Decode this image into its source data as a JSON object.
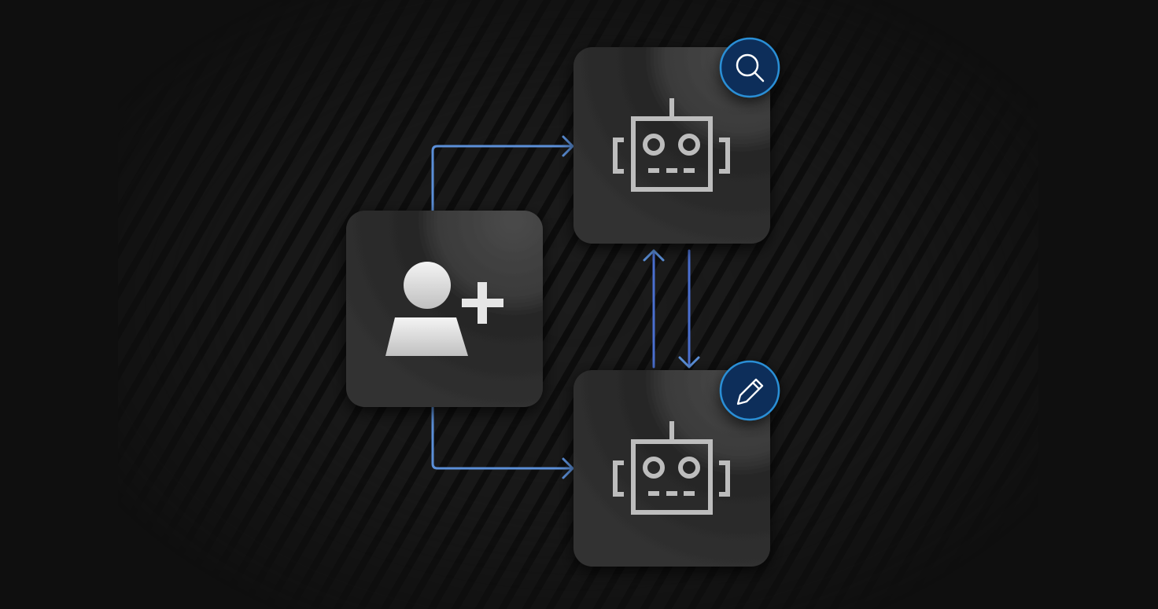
{
  "colors": {
    "background": "#0f0f0f",
    "card": "#2e2e2e",
    "icon": "#c4c4c4",
    "arrow": "#5b8fd8",
    "arrow_dark": "#3f5fc8",
    "badge_fill": "#0e2d5a",
    "badge_stroke": "#2a8fd6"
  },
  "nodes": [
    {
      "id": "user",
      "icon": "user-plus-icon"
    },
    {
      "id": "agent-top",
      "icon": "robot-icon",
      "badge": "search-icon"
    },
    {
      "id": "agent-bottom",
      "icon": "robot-icon",
      "badge": "pencil-icon"
    }
  ],
  "edges": [
    {
      "from": "user",
      "to": "agent-top"
    },
    {
      "from": "user",
      "to": "agent-bottom"
    },
    {
      "from": "agent-bottom",
      "to": "agent-top"
    },
    {
      "from": "agent-top",
      "to": "agent-bottom"
    }
  ]
}
